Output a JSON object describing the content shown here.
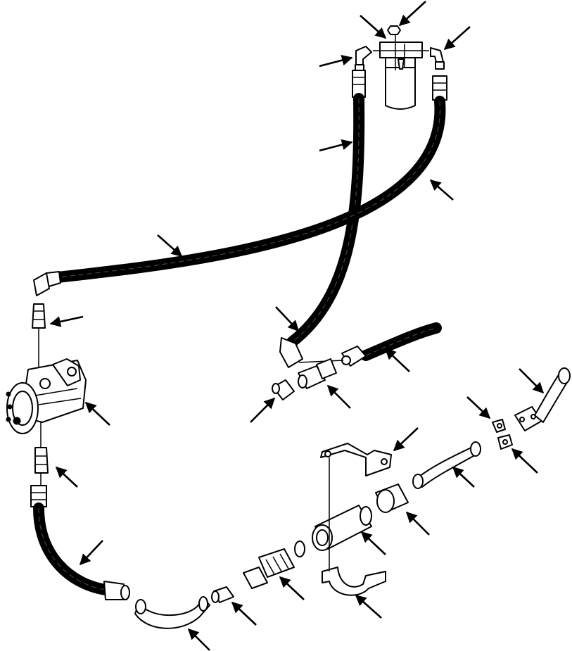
{
  "diagram": {
    "kind": "exploded-parts-view",
    "colors": {
      "line": "#000000",
      "background": "#ffffff",
      "hose": "#000000"
    },
    "parts": [
      {
        "name": "filter-assembly",
        "icon": "oil-filter"
      },
      {
        "name": "filter-head-elbow-left",
        "icon": "elbow-fitting"
      },
      {
        "name": "filter-head-elbow-right",
        "icon": "elbow-fitting"
      },
      {
        "name": "filter-head-plug",
        "icon": "hex-plug"
      },
      {
        "name": "hose-filter-inlet",
        "icon": "hydraulic-hose"
      },
      {
        "name": "hose-filter-return",
        "icon": "hydraulic-hose"
      },
      {
        "name": "hose-pump-long",
        "icon": "hydraulic-hose"
      },
      {
        "name": "hose-supply-right",
        "icon": "hydraulic-hose"
      },
      {
        "name": "hose-pump-suction",
        "icon": "hydraulic-hose"
      },
      {
        "name": "hydraulic-pump",
        "icon": "gear-pump"
      },
      {
        "name": "pump-adapter-top",
        "icon": "adapter-fitting"
      },
      {
        "name": "pump-adapter-bottom",
        "icon": "adapter-fitting"
      },
      {
        "name": "tee-fitting",
        "icon": "tee-fitting"
      },
      {
        "name": "tube-suction-elbow",
        "icon": "tube"
      },
      {
        "name": "tube-upper-right",
        "icon": "tube"
      },
      {
        "name": "mounting-bracket",
        "icon": "bracket"
      },
      {
        "name": "strap-clamp",
        "icon": "clamp"
      },
      {
        "name": "strainer-housing",
        "icon": "strainer-housing"
      },
      {
        "name": "bushing",
        "icon": "bushing"
      },
      {
        "name": "strainer-screen",
        "icon": "strainer"
      },
      {
        "name": "o-ring",
        "icon": "o-ring"
      },
      {
        "name": "split-flange",
        "icon": "flange"
      },
      {
        "name": "flange-halves",
        "icon": "flange"
      }
    ],
    "callouts": [
      {
        "target": "filter-head-plug"
      },
      {
        "target": "filter-assembly"
      },
      {
        "target": "filter-head-elbow-right"
      },
      {
        "target": "filter-head-elbow-left"
      },
      {
        "target": "hose-filter-inlet"
      },
      {
        "target": "hose-filter-return"
      },
      {
        "target": "hose-pump-long"
      },
      {
        "target": "pump-adapter-top"
      },
      {
        "target": "hydraulic-pump"
      },
      {
        "target": "pump-adapter-bottom"
      },
      {
        "target": "hose-pump-suction"
      },
      {
        "target": "tube-suction-elbow"
      },
      {
        "target": "hose-filter-inlet-lower"
      },
      {
        "target": "tee-fitting"
      },
      {
        "target": "tee-elbow"
      },
      {
        "target": "hose-supply-right"
      },
      {
        "target": "tube-upper-right"
      },
      {
        "target": "split-flange"
      },
      {
        "target": "flange-halves"
      },
      {
        "target": "tube-middle"
      },
      {
        "target": "mounting-bracket"
      },
      {
        "target": "bushing"
      },
      {
        "target": "strainer-housing"
      },
      {
        "target": "strainer-screen"
      },
      {
        "target": "strap-clamp"
      },
      {
        "target": "connector"
      }
    ]
  }
}
